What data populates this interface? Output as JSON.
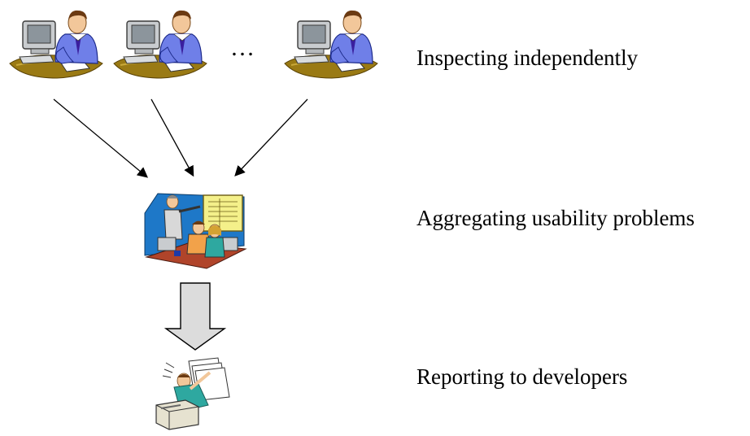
{
  "stages": {
    "inspect": {
      "label": "Inspecting independently",
      "icon": "inspector-at-computer-icon"
    },
    "aggregate": {
      "label": "Aggregating usability problems",
      "icon": "team-meeting-presentation-icon"
    },
    "report": {
      "label": "Reporting to developers",
      "icon": "report-printing-icon"
    }
  },
  "ellipsis": "…",
  "colors": {
    "shirt": "#6F7FE8",
    "desk": "#9A7A14",
    "monitor": "#C9CCCF",
    "skin": "#F2C79A",
    "hair": "#6B3A12",
    "tie": "#3A1E9E",
    "arrow_fill": "#DCDCDC"
  }
}
